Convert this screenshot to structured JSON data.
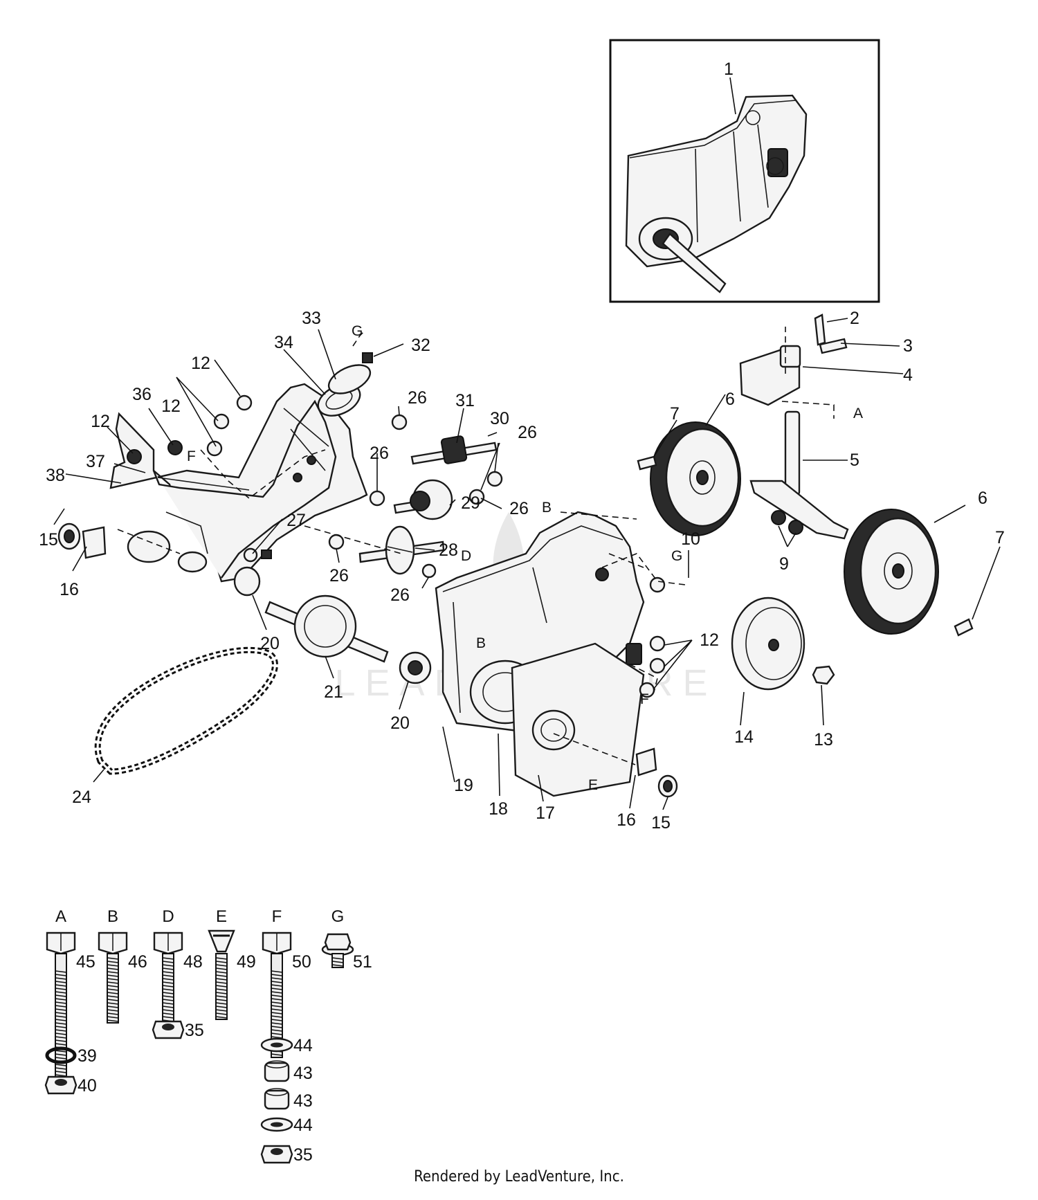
{
  "diagram": {
    "callouts": [
      {
        "id": "c1",
        "text": "1"
      },
      {
        "id": "c2",
        "text": "2"
      },
      {
        "id": "c3",
        "text": "3"
      },
      {
        "id": "c4",
        "text": "4"
      },
      {
        "id": "c5",
        "text": "5"
      },
      {
        "id": "c6a",
        "text": "6"
      },
      {
        "id": "c6b",
        "text": "6"
      },
      {
        "id": "c7a",
        "text": "7"
      },
      {
        "id": "c7b",
        "text": "7"
      },
      {
        "id": "c9",
        "text": "9"
      },
      {
        "id": "c10",
        "text": "10"
      },
      {
        "id": "c12a",
        "text": "12"
      },
      {
        "id": "c12b",
        "text": "12"
      },
      {
        "id": "c12c",
        "text": "12"
      },
      {
        "id": "c12d",
        "text": "12"
      },
      {
        "id": "c13",
        "text": "13"
      },
      {
        "id": "c14",
        "text": "14"
      },
      {
        "id": "c15a",
        "text": "15"
      },
      {
        "id": "c15b",
        "text": "15"
      },
      {
        "id": "c16a",
        "text": "16"
      },
      {
        "id": "c16b",
        "text": "16"
      },
      {
        "id": "c17",
        "text": "17"
      },
      {
        "id": "c18",
        "text": "18"
      },
      {
        "id": "c19",
        "text": "19"
      },
      {
        "id": "c20a",
        "text": "20"
      },
      {
        "id": "c20b",
        "text": "20"
      },
      {
        "id": "c21",
        "text": "21"
      },
      {
        "id": "c24",
        "text": "24"
      },
      {
        "id": "c26a",
        "text": "26"
      },
      {
        "id": "c26b",
        "text": "26"
      },
      {
        "id": "c26c",
        "text": "26"
      },
      {
        "id": "c26d",
        "text": "26"
      },
      {
        "id": "c26e",
        "text": "26"
      },
      {
        "id": "c26f",
        "text": "26"
      },
      {
        "id": "c27",
        "text": "27"
      },
      {
        "id": "c28",
        "text": "28"
      },
      {
        "id": "c29",
        "text": "29"
      },
      {
        "id": "c30",
        "text": "30"
      },
      {
        "id": "c31",
        "text": "31"
      },
      {
        "id": "c32",
        "text": "32"
      },
      {
        "id": "c33",
        "text": "33"
      },
      {
        "id": "c34",
        "text": "34"
      },
      {
        "id": "c36",
        "text": "36"
      },
      {
        "id": "c37",
        "text": "37"
      },
      {
        "id": "c38",
        "text": "38"
      }
    ],
    "ref_letters": [
      {
        "id": "lA",
        "text": "A"
      },
      {
        "id": "lB1",
        "text": "B"
      },
      {
        "id": "lB2",
        "text": "B"
      },
      {
        "id": "lD",
        "text": "D"
      },
      {
        "id": "lE",
        "text": "E"
      },
      {
        "id": "lF1",
        "text": "F"
      },
      {
        "id": "lF2",
        "text": "F"
      },
      {
        "id": "lG1",
        "text": "G"
      },
      {
        "id": "lG2",
        "text": "G"
      }
    ],
    "hardware_legend": [
      {
        "letter": "A",
        "number": "45",
        "stack": [
          {
            "number": "39",
            "type": "lockwasher"
          },
          {
            "number": "40",
            "type": "nut"
          }
        ]
      },
      {
        "letter": "B",
        "number": "46",
        "stack": []
      },
      {
        "letter": "D",
        "number": "48",
        "stack": [
          {
            "number": "35",
            "type": "nut"
          }
        ]
      },
      {
        "letter": "E",
        "number": "49",
        "stack": []
      },
      {
        "letter": "F",
        "number": "50",
        "stack": [
          {
            "number": "44",
            "type": "washer"
          },
          {
            "number": "43",
            "type": "spacer"
          },
          {
            "number": "43",
            "type": "spacer"
          },
          {
            "number": "44",
            "type": "washer"
          },
          {
            "number": "35",
            "type": "nut"
          }
        ]
      },
      {
        "letter": "G",
        "number": "51",
        "stack": []
      }
    ],
    "watermark": "LEADVENTURE"
  },
  "footer": "Rendered by LeadVenture, Inc."
}
